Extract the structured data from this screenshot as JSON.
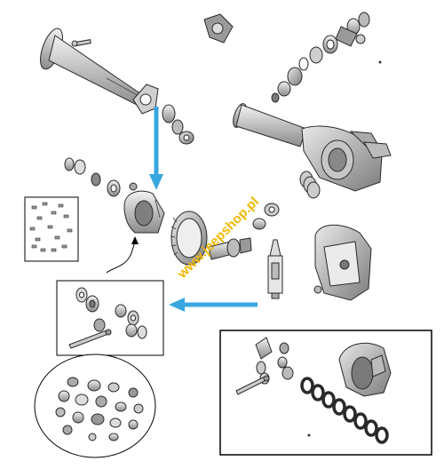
{
  "diagram": {
    "title": "",
    "watermark": "www.jeepshop.pl",
    "colors": {
      "part_stroke": "#2a2a2a",
      "part_fill": "#d8d8d8",
      "part_shade": "#9a9a9a",
      "arrow": "#38a7e0",
      "watermark": "#f0b800",
      "callout_box": "#000000"
    },
    "callouts": [
      {
        "name": "bolt-set-box"
      },
      {
        "name": "differential-internals-box"
      },
      {
        "name": "locker-kit-box"
      },
      {
        "name": "bearing-kit-oval"
      }
    ],
    "arrows": [
      {
        "name": "axle-to-carrier-arrow",
        "direction": "down"
      },
      {
        "name": "sealant-to-internals-arrow",
        "direction": "left"
      }
    ]
  }
}
